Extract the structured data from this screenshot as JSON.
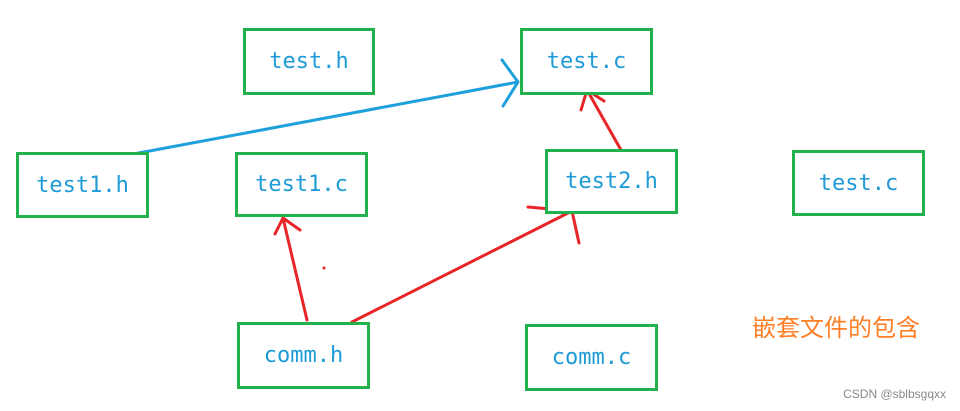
{
  "nodes": [
    {
      "id": "test-h",
      "label": "test.h"
    },
    {
      "id": "test-c-top",
      "label": "test.c"
    },
    {
      "id": "test1-h",
      "label": "test1.h"
    },
    {
      "id": "test1-c",
      "label": "test1.c"
    },
    {
      "id": "test2-h",
      "label": "test2.h"
    },
    {
      "id": "test-c-right",
      "label": "test.c"
    },
    {
      "id": "comm-h",
      "label": "comm.h"
    },
    {
      "id": "comm-c",
      "label": "comm.c"
    }
  ],
  "edges": [
    {
      "from": "test1-h",
      "to": "test-c-top",
      "color": "#1ea0dc"
    },
    {
      "from": "test2-h",
      "to": "test-c-top",
      "color": "#e8262a"
    },
    {
      "from": "comm-h",
      "to": "test1-c",
      "color": "#e8262a"
    },
    {
      "from": "comm-h",
      "to": "test2-h",
      "color": "#e8262a"
    }
  ],
  "colors": {
    "node_border": "#22b14c",
    "node_text": "#1e9bd7",
    "annotation": "#ff7f27"
  },
  "annotation": "嵌套文件的包含",
  "watermark": "CSDN @sblbsgqxx"
}
